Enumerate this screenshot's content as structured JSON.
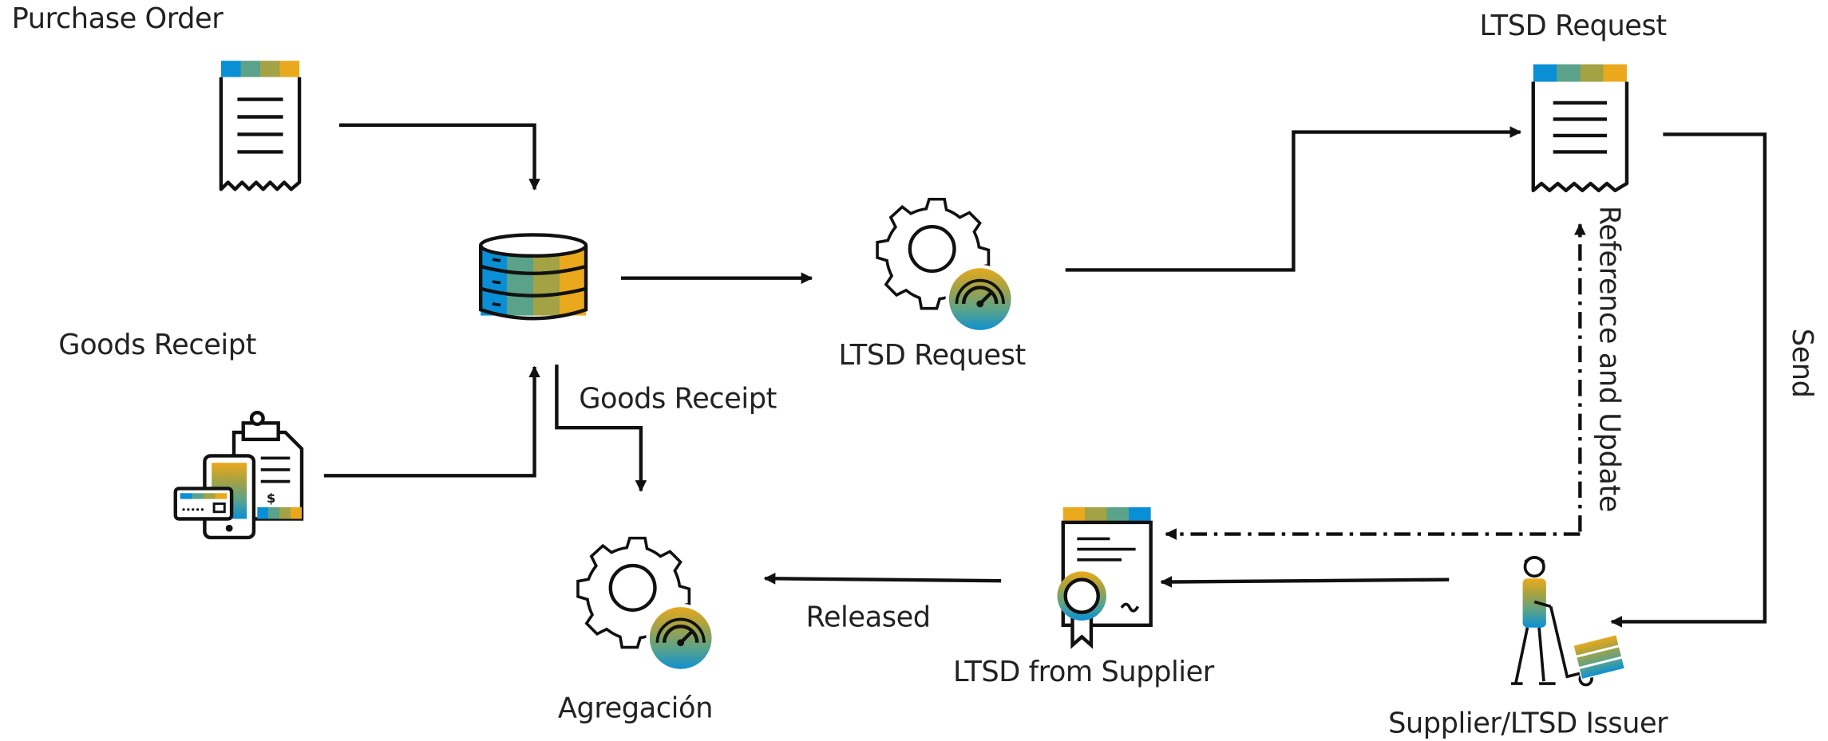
{
  "labels": {
    "purchase_order": "Purchase Order",
    "goods_receipt_left": "Goods Receipt",
    "goods_receipt_flow": "Goods Receipt",
    "ltsd_request_center": "LTSD Request",
    "ltsd_request_top": "LTSD Request",
    "reference_and_update": "Reference and Update",
    "send": "Send",
    "released": "Released",
    "ltsd_from_supplier": "LTSD from Supplier",
    "supplier_ltsd_issuer": "Supplier/LTSD Issuer",
    "agregacion": "Agregación"
  },
  "colors": {
    "blue": "#0a8fd6",
    "teal": "#5aa38a",
    "olive": "#a3a245",
    "gold": "#eaa91c",
    "line": "#111111"
  },
  "icons": [
    "document-icon",
    "database-icon",
    "gear-gauge-icon",
    "payment-clipboard-icon",
    "certificate-icon",
    "delivery-person-icon"
  ]
}
